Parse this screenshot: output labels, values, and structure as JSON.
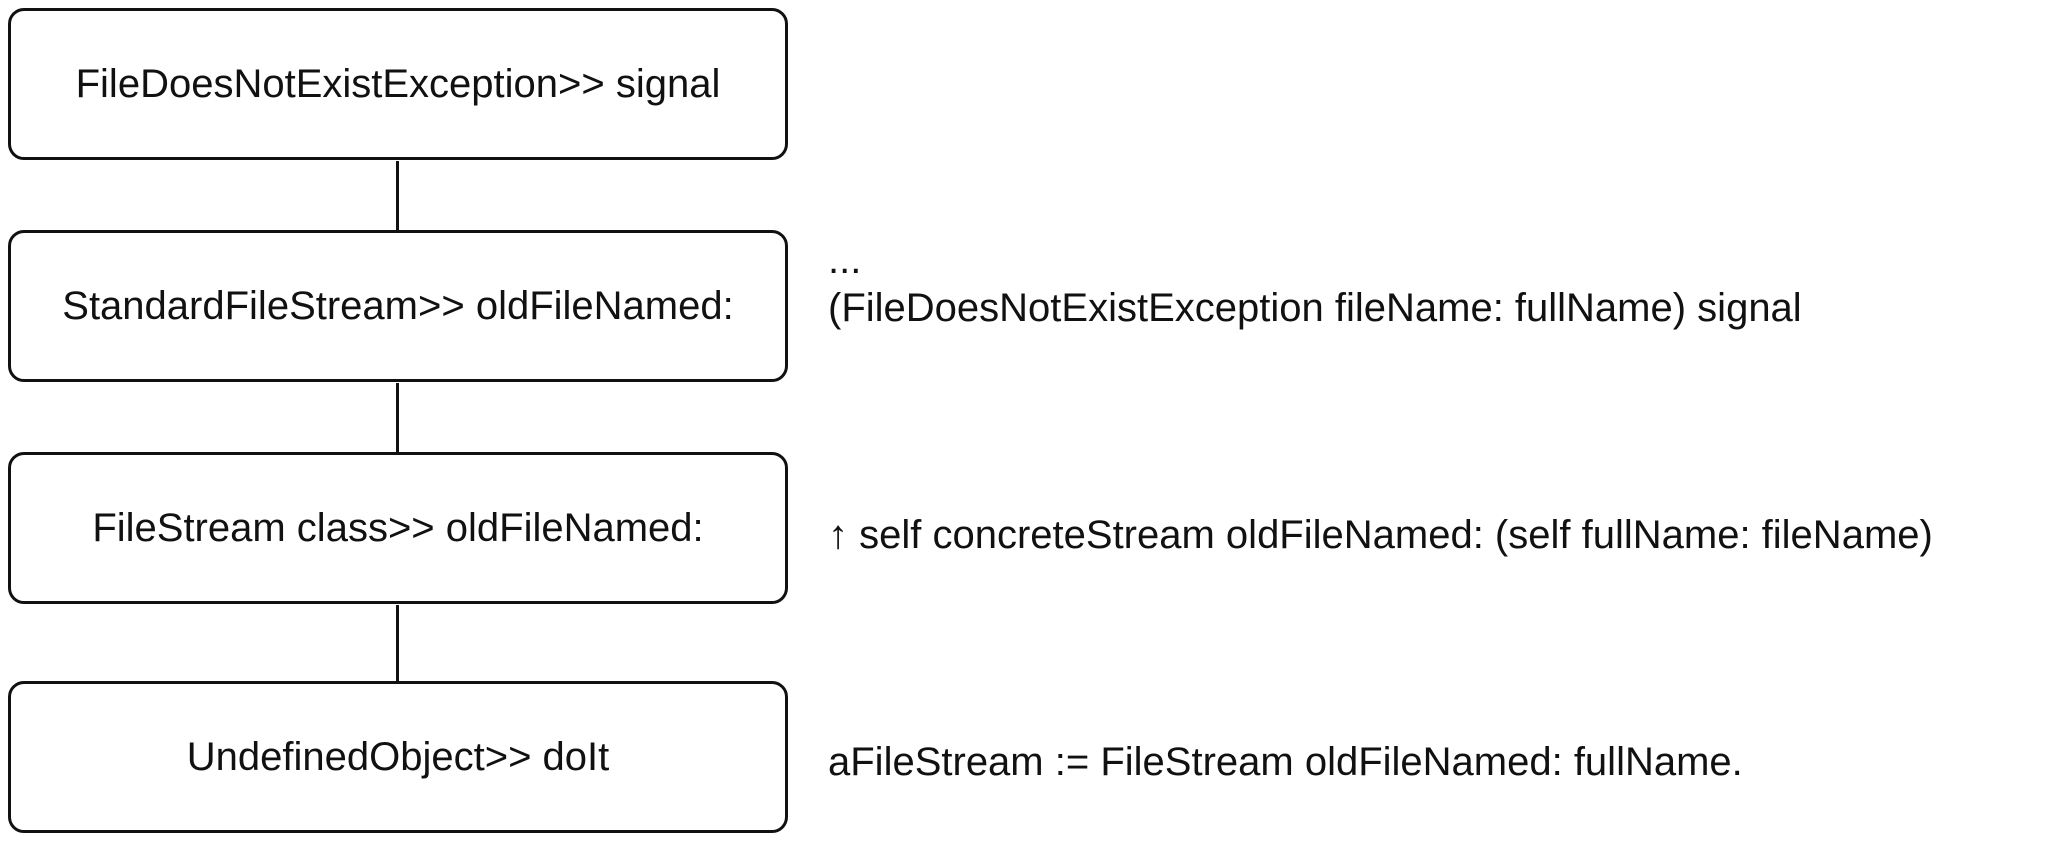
{
  "stack_frames": [
    {
      "label": "FileDoesNotExistException>> signal"
    },
    {
      "label": "StandardFileStream>> oldFileNamed:"
    },
    {
      "label": "FileStream class>> oldFileNamed:"
    },
    {
      "label": "UndefinedObject>> doIt"
    }
  ],
  "source_lines": {
    "ellipsis": "...",
    "standard_file_stream": "(FileDoesNotExistException fileName: fullName) signal",
    "file_stream_class": "↑ self concreteStream oldFileNamed: (self fullName: fileName)",
    "undefined_object": "aFileStream := FileStream oldFileNamed: fullName."
  }
}
